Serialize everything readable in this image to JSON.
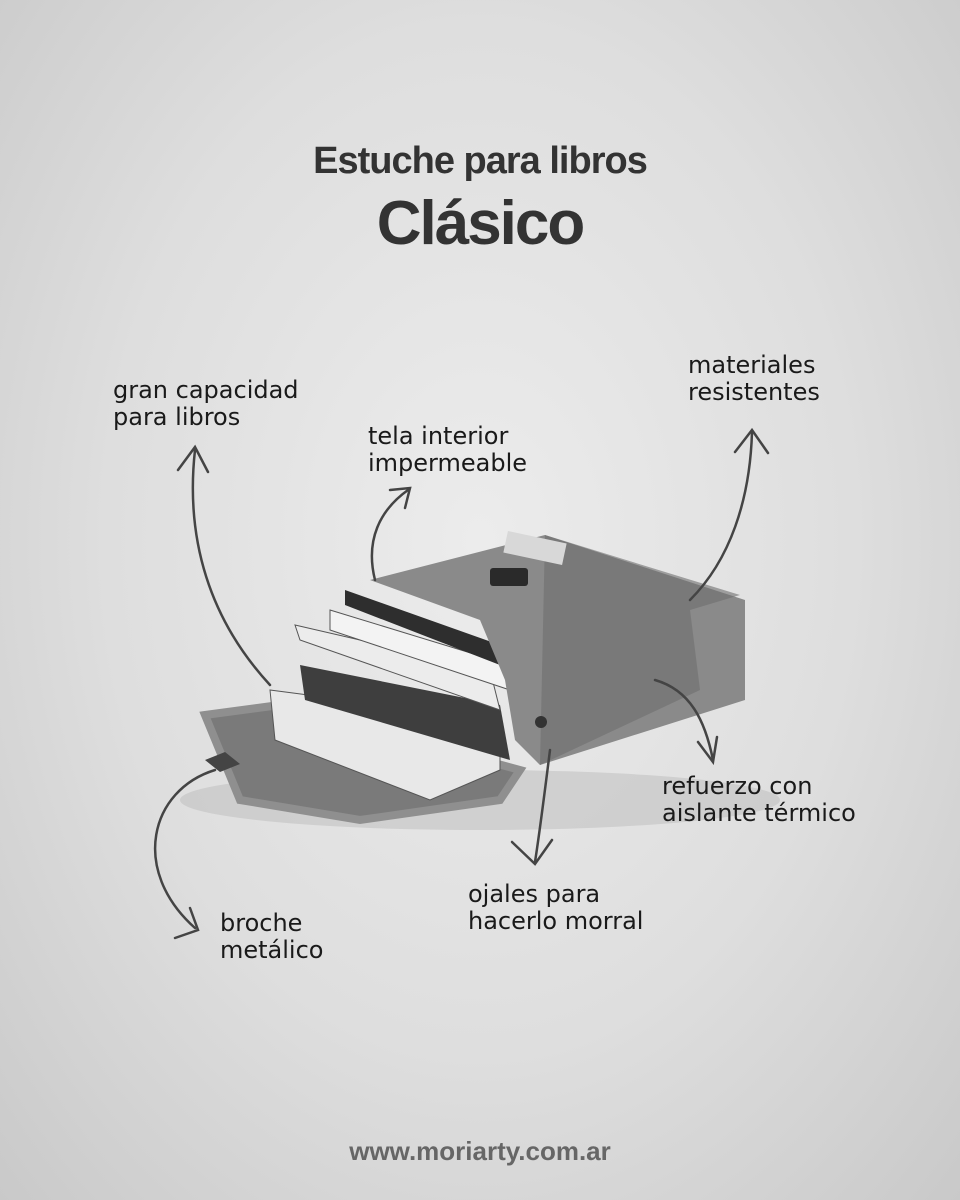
{
  "header": {
    "title": "Estuche para libros",
    "subtitle": "Clásico"
  },
  "features": [
    {
      "label": "gran capacidad\npara libros"
    },
    {
      "label": "tela interior\nimpermeable"
    },
    {
      "label": "materiales\nresistentes"
    },
    {
      "label": "refuerzo con\naislante térmico"
    },
    {
      "label": "ojales para\nhacerlo morral"
    },
    {
      "label": "broche\nmetálico"
    }
  ],
  "footer": {
    "url": "www.moriarty.com.ar"
  }
}
